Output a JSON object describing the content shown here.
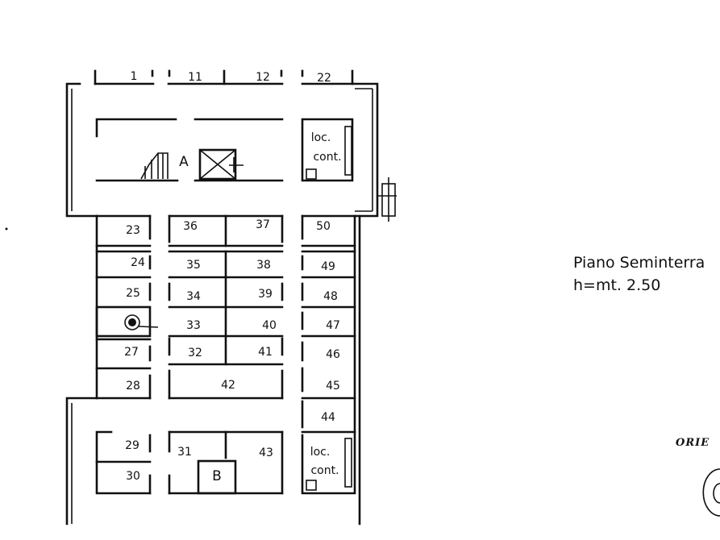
{
  "plan": {
    "rooms": [
      {
        "id": "r1",
        "label": "1"
      },
      {
        "id": "r11",
        "label": "11"
      },
      {
        "id": "r12",
        "label": "12"
      },
      {
        "id": "r22",
        "label": "22"
      },
      {
        "id": "rA",
        "label": "A"
      },
      {
        "id": "rloc1a",
        "label": "loc."
      },
      {
        "id": "rloc1b",
        "label": "cont."
      },
      {
        "id": "r23",
        "label": "23"
      },
      {
        "id": "r24",
        "label": "24"
      },
      {
        "id": "r25",
        "label": "25"
      },
      {
        "id": "r27",
        "label": "27"
      },
      {
        "id": "r28",
        "label": "28"
      },
      {
        "id": "r29",
        "label": "29"
      },
      {
        "id": "r30",
        "label": "30"
      },
      {
        "id": "r36",
        "label": "36"
      },
      {
        "id": "r35",
        "label": "35"
      },
      {
        "id": "r34",
        "label": "34"
      },
      {
        "id": "r33",
        "label": "33"
      },
      {
        "id": "r32",
        "label": "32"
      },
      {
        "id": "r31",
        "label": "31"
      },
      {
        "id": "r37",
        "label": "37"
      },
      {
        "id": "r38",
        "label": "38"
      },
      {
        "id": "r39",
        "label": "39"
      },
      {
        "id": "r40",
        "label": "40"
      },
      {
        "id": "r41",
        "label": "41"
      },
      {
        "id": "r42",
        "label": "42"
      },
      {
        "id": "r43",
        "label": "43"
      },
      {
        "id": "rB",
        "label": "B"
      },
      {
        "id": "r50",
        "label": "50"
      },
      {
        "id": "r49",
        "label": "49"
      },
      {
        "id": "r48",
        "label": "48"
      },
      {
        "id": "r47",
        "label": "47"
      },
      {
        "id": "r46",
        "label": "46"
      },
      {
        "id": "r45",
        "label": "45"
      },
      {
        "id": "r44",
        "label": "44"
      },
      {
        "id": "rloc2a",
        "label": "loc."
      },
      {
        "id": "rloc2b",
        "label": "cont."
      }
    ]
  },
  "floor_title": "Piano Seminterra",
  "floor_height": "h=mt.  2.50",
  "orientation_label": "ORIE"
}
